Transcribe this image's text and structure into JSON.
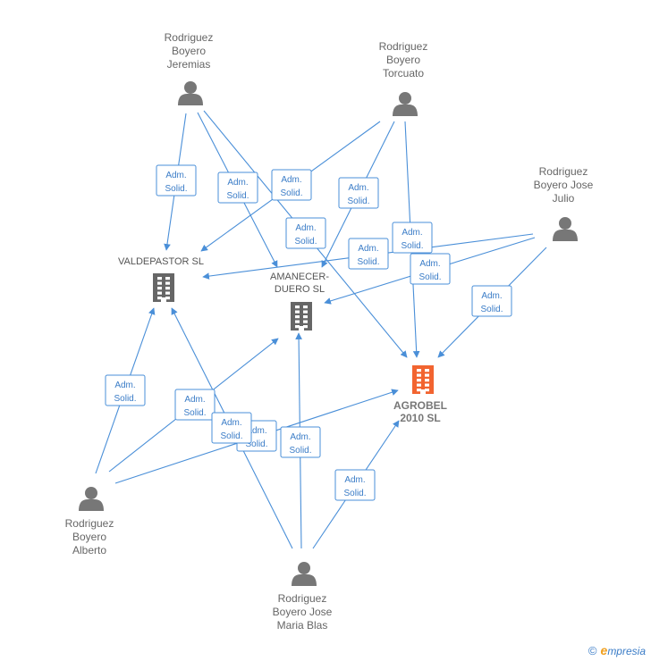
{
  "people": [
    {
      "id": "jeremias",
      "lines": [
        "Rodriguez",
        "Boyero",
        "Jeremias"
      ]
    },
    {
      "id": "torcuato",
      "lines": [
        "Rodriguez",
        "Boyero",
        "Torcuato"
      ]
    },
    {
      "id": "josejulio",
      "lines": [
        "Rodriguez",
        "Boyero Jose",
        "Julio"
      ]
    },
    {
      "id": "alberto",
      "lines": [
        "Rodriguez",
        "Boyero",
        "Alberto"
      ]
    },
    {
      "id": "mariablas",
      "lines": [
        "Rodriguez",
        "Boyero Jose",
        "Maria Blas"
      ]
    }
  ],
  "companies": [
    {
      "id": "valdepastor",
      "lines": [
        "VALDEPASTOR SL"
      ],
      "focus": false,
      "color": "#666666"
    },
    {
      "id": "amanecer",
      "lines": [
        "AMANECER-",
        "DUERO SL"
      ],
      "focus": false,
      "color": "#666666"
    },
    {
      "id": "agrobel",
      "lines": [
        "AGROBEL",
        "2010 SL"
      ],
      "focus": true,
      "color": "#f26430"
    }
  ],
  "relation_label": [
    "Adm.",
    "Solid."
  ],
  "brand": {
    "copyright": "©",
    "e": "e",
    "rest": "mpresia"
  }
}
